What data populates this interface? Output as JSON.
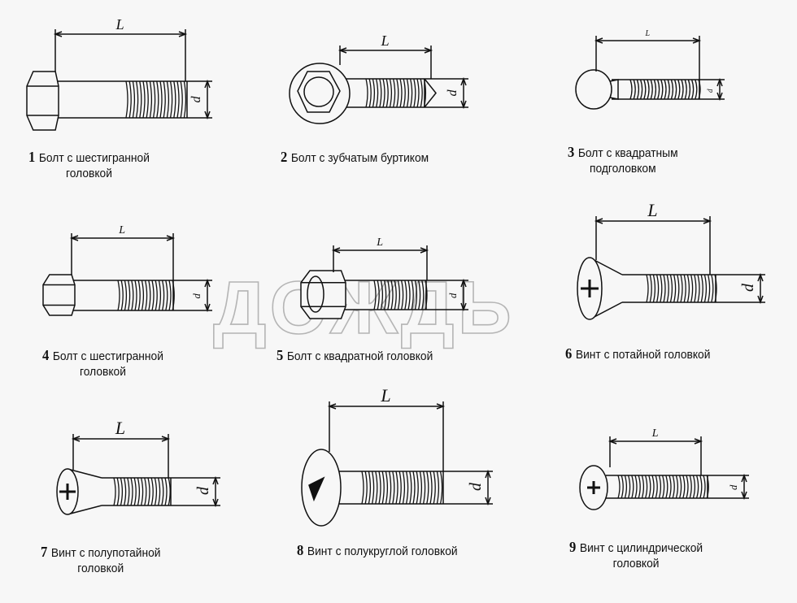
{
  "watermark": "ДОЖДЬ",
  "dimension_labels": {
    "length": "L",
    "diameter": "d"
  },
  "items": [
    {
      "num": "1",
      "line1": "Болт с шестигранной",
      "line2": "головкой"
    },
    {
      "num": "2",
      "line1": "Болт с зубчатым буртиком",
      "line2": ""
    },
    {
      "num": "3",
      "line1": "Болт с квадратным",
      "line2": "подголовком"
    },
    {
      "num": "4",
      "line1": "Болт с шестигранной",
      "line2": "головкой"
    },
    {
      "num": "5",
      "line1": "Болт с квадратной головкой",
      "line2": ""
    },
    {
      "num": "6",
      "line1": "Винт с потайной головкой",
      "line2": ""
    },
    {
      "num": "7",
      "line1": "Винт с полупотайной",
      "line2": "головкой"
    },
    {
      "num": "8",
      "line1": "Винт с полукруглой головкой",
      "line2": ""
    },
    {
      "num": "9",
      "line1": "Винт с цилиндрической",
      "line2": "головкой"
    }
  ]
}
